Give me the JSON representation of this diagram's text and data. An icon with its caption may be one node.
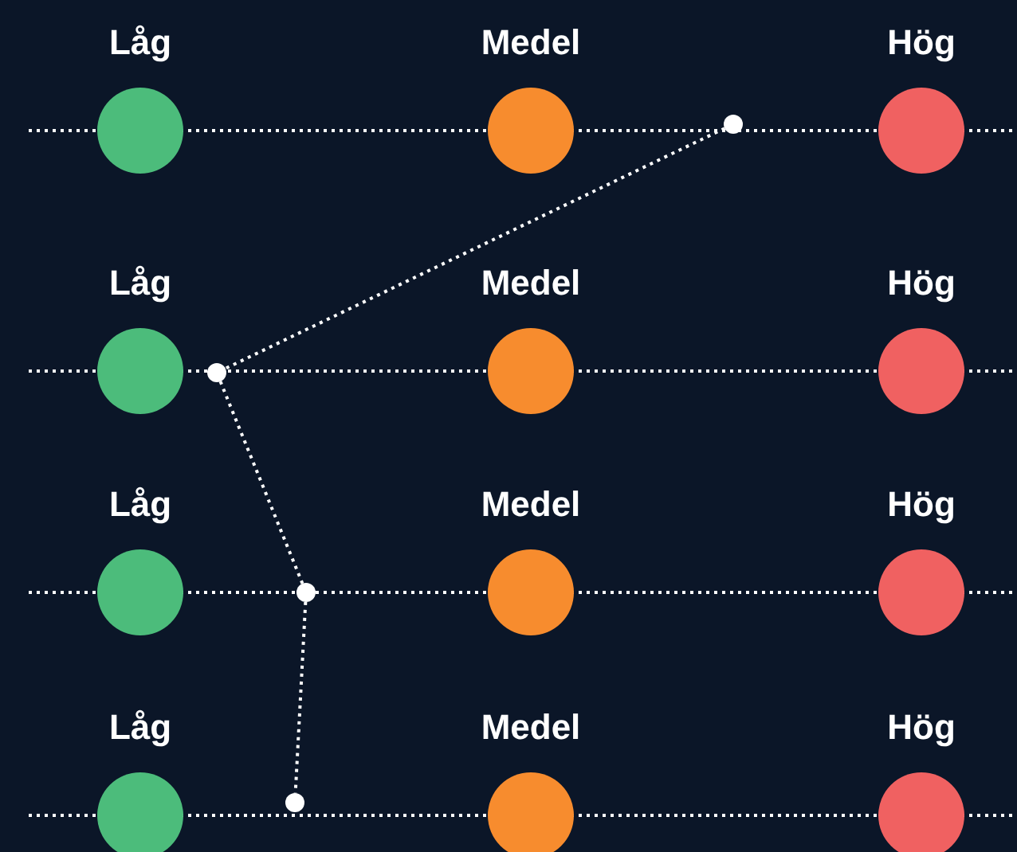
{
  "diagram": {
    "nodes": [
      {
        "text": [
          "Låg"
        ]
      },
      {
        "text": [
          "Medel"
        ]
      },
      {
        "text": [],
        "shape": "circle"
      },
      {
        "text": [
          "Hög"
        ]
      },
      {
        "text": [
          "Låg"
        ]
      },
      {
        "text": [],
        "shape": "circle"
      },
      {
        "text": [
          "Medel"
        ]
      },
      {
        "text": [
          "Hög"
        ]
      },
      {
        "text": [
          "Låg"
        ]
      },
      {
        "text": [],
        "shape": "circle"
      },
      {
        "text": [
          "Medel"
        ]
      },
      {
        "text": [
          "Hög"
        ]
      },
      {
        "text": [
          "Låg"
        ]
      },
      {
        "text": [],
        "shape": "circle"
      },
      {
        "text": [
          "Medel"
        ]
      },
      {
        "text": [
          "Hög"
        ]
      }
    ],
    "edges": [
      {
        "from": 2,
        "to": 5,
        "arrow": "none",
        "style": "dashed"
      },
      {
        "from": 5,
        "to": 9,
        "arrow": "none",
        "style": "dashed"
      },
      {
        "from": 9,
        "to": 13,
        "arrow": "none",
        "style": "dashed"
      }
    ]
  }
}
